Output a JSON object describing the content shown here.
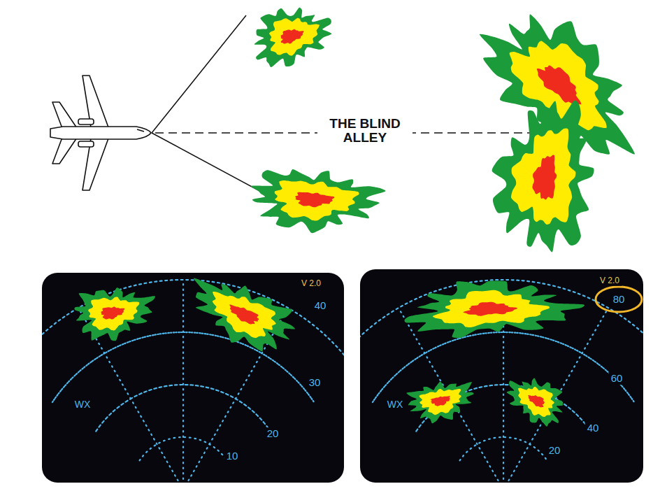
{
  "diagram": {
    "labels": [
      "THE BLIND ALLEY",
      "V 2.0",
      "40",
      "30",
      "20",
      "10",
      "WX",
      "V 2.0",
      "80",
      "60",
      "40",
      "20",
      "WX"
    ]
  }
}
